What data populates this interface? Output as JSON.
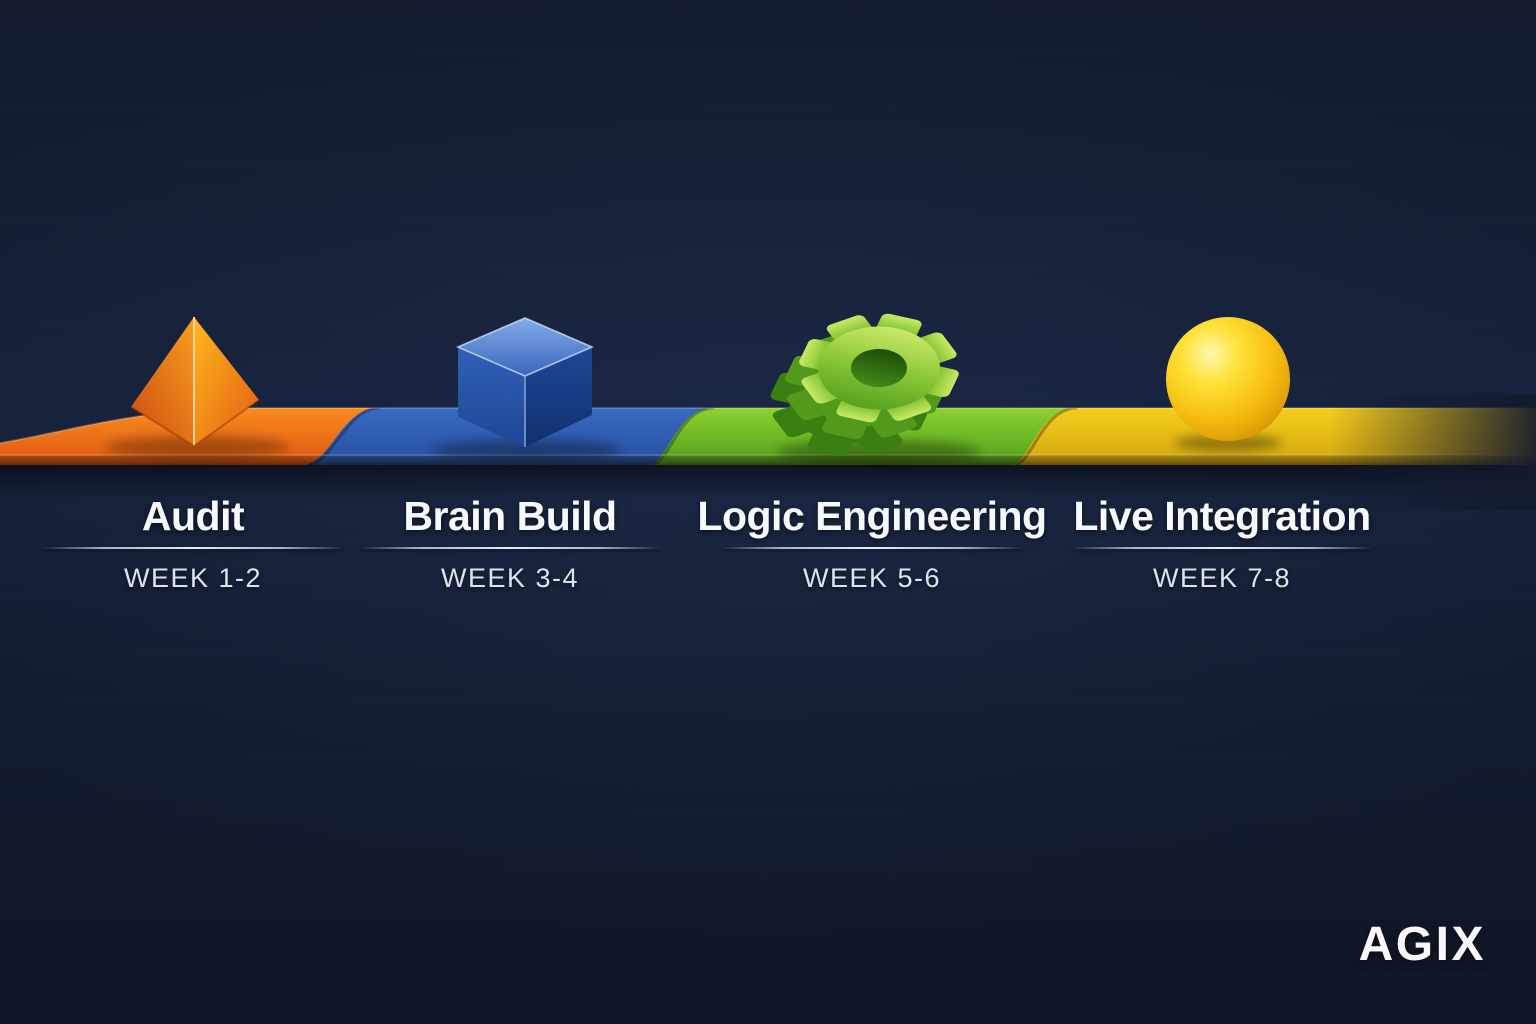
{
  "page": {
    "background_color": "#131c30",
    "text_color": "#f5f8fc"
  },
  "brand": {
    "logo_text": "AGIX"
  },
  "timeline": {
    "phases": [
      {
        "label": "Audit",
        "weeks": "WEEK 1-2",
        "icon": "pyramid-icon",
        "color": "#ee6f1a"
      },
      {
        "label": "Brain Build",
        "weeks": "WEEK 3-4",
        "icon": "cube-icon",
        "color": "#2c5fb4"
      },
      {
        "label": "Logic Engineering",
        "weeks": "WEEK 5-6",
        "icon": "gear-icon",
        "color": "#7cc229"
      },
      {
        "label": "Live Integration",
        "weeks": "WEEK 7-8",
        "icon": "sphere-icon",
        "color": "#f0c614"
      }
    ]
  }
}
